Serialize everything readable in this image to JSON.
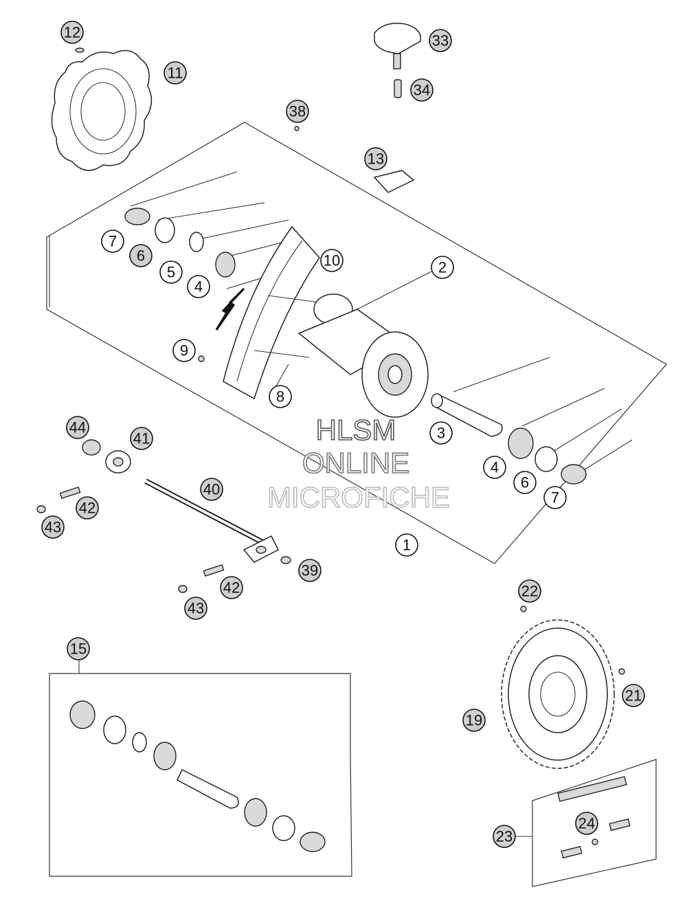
{
  "watermark": {
    "line1": "HLSM",
    "line2": "ONLINE",
    "line3": "MICROFICHE"
  },
  "callouts": [
    {
      "id": "c12",
      "label": "12"
    },
    {
      "id": "c11",
      "label": "11"
    },
    {
      "id": "c33",
      "label": "33"
    },
    {
      "id": "c34",
      "label": "34"
    },
    {
      "id": "c38",
      "label": "38"
    },
    {
      "id": "c13",
      "label": "13"
    },
    {
      "id": "c7a",
      "label": "7"
    },
    {
      "id": "c6a",
      "label": "6"
    },
    {
      "id": "c5",
      "label": "5"
    },
    {
      "id": "c4a",
      "label": "4"
    },
    {
      "id": "c10",
      "label": "10"
    },
    {
      "id": "c2",
      "label": "2"
    },
    {
      "id": "c9",
      "label": "9"
    },
    {
      "id": "c8",
      "label": "8"
    },
    {
      "id": "c3",
      "label": "3"
    },
    {
      "id": "c44",
      "label": "44"
    },
    {
      "id": "c41",
      "label": "41"
    },
    {
      "id": "c40",
      "label": "40"
    },
    {
      "id": "c42a",
      "label": "42"
    },
    {
      "id": "c43a",
      "label": "43"
    },
    {
      "id": "c4b",
      "label": "4"
    },
    {
      "id": "c6b",
      "label": "6"
    },
    {
      "id": "c7b",
      "label": "7"
    },
    {
      "id": "c1",
      "label": "1"
    },
    {
      "id": "c39",
      "label": "39"
    },
    {
      "id": "c42b",
      "label": "42"
    },
    {
      "id": "c43b",
      "label": "43"
    },
    {
      "id": "c22",
      "label": "22"
    },
    {
      "id": "c15",
      "label": "15"
    },
    {
      "id": "c21",
      "label": "21"
    },
    {
      "id": "c19",
      "label": "19"
    },
    {
      "id": "c24",
      "label": "24"
    },
    {
      "id": "c23",
      "label": "23"
    }
  ]
}
